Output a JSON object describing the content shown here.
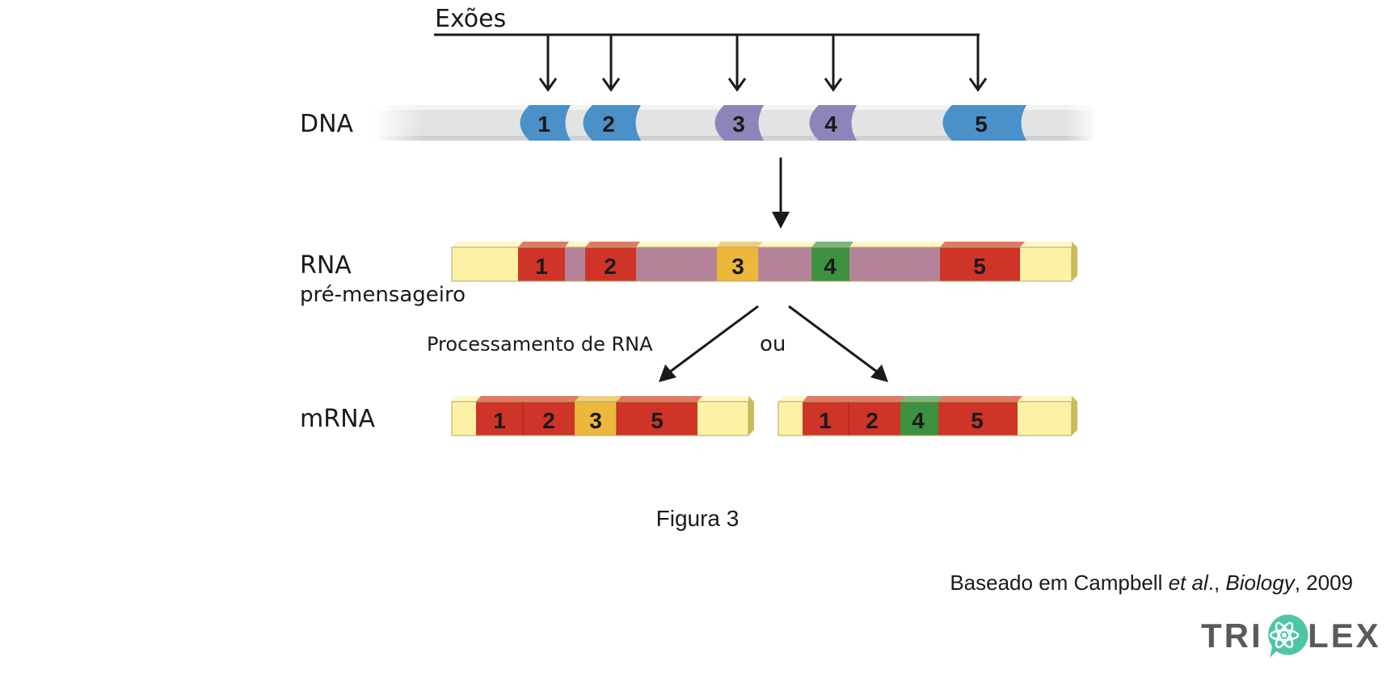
{
  "labels": {
    "exons": "Exões",
    "dna": "DNA",
    "rna": "RNA",
    "rna_sub": "pré-mensageiro",
    "processing": "Processamento de RNA",
    "or": "ou",
    "mrna": "mRNA"
  },
  "exon_numbers": [
    "1",
    "2",
    "3",
    "4",
    "5"
  ],
  "mrna_a_numbers": [
    "1",
    "2",
    "3",
    "5"
  ],
  "mrna_b_numbers": [
    "1",
    "2",
    "4",
    "5"
  ],
  "caption": "Figura 3",
  "source": {
    "prefix": "Baseado em Campbell ",
    "etal": "et al",
    "mid": "., ",
    "book": "Biology",
    "suffix": ", 2009"
  },
  "logo": {
    "left": "TRI",
    "right": "LEX"
  },
  "colors": {
    "dna_tube": "#e2e3e3",
    "exon_blue": "#4a90c9",
    "exon_purple": "#8f84ba",
    "rna_end": "#fbf2a6",
    "intron": "#b58399",
    "exon_red": "#cf3428",
    "exon_yellow": "#ecb73a",
    "exon_green": "#3d9140",
    "logo": "#5a5a5a",
    "logo_atom": "#4fc5a8"
  }
}
